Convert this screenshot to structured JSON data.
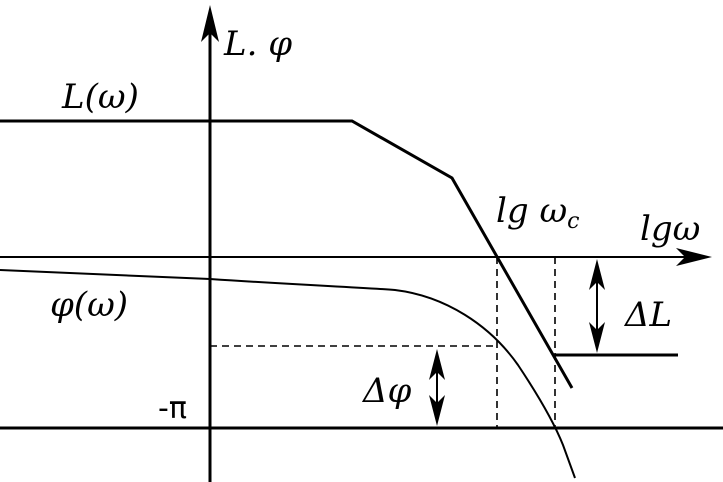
{
  "labels": {
    "y_axis": "L. φ",
    "x_axis": "lgω",
    "magnitude_curve": "L(ω)",
    "phase_curve": "φ(ω)",
    "crossover": "lg ω",
    "crossover_sub": "c",
    "gain_margin": "ΔL",
    "phase_margin": "Δφ",
    "minus_pi": "-π"
  }
}
